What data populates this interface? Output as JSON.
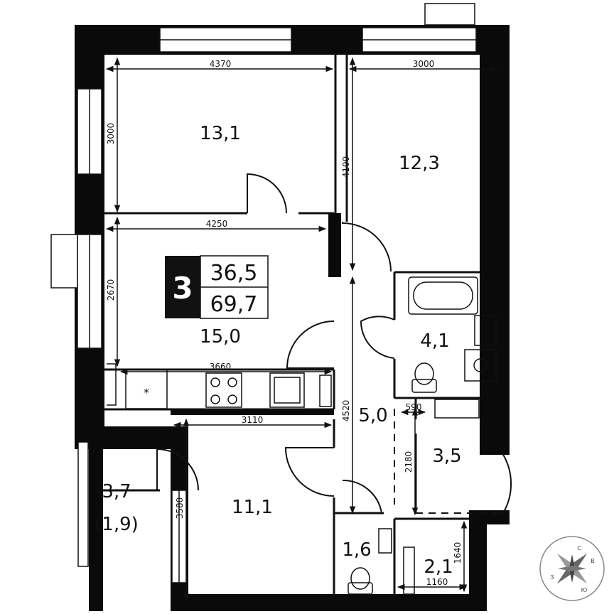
{
  "badge": {
    "rooms": "3",
    "living_area": "36,5",
    "total_area": "69,7"
  },
  "rooms": {
    "bedroom_nw": "13,1",
    "bedroom_ne": "12,3",
    "living_kitchen": "15,0",
    "bathroom": "4,1",
    "hall": "5,0",
    "entrance": "3,5",
    "balcony": "3,7",
    "balcony_reduced": "(1,9)",
    "bedroom_sw": "11,1",
    "wc": "1,6",
    "storage": "2,1"
  },
  "dimensions": {
    "d4370": "4370",
    "d3000_top": "3000",
    "d3000_side": "3000",
    "d4100": "4100",
    "d4250": "4250",
    "d2670": "2670",
    "d3660": "3660",
    "d4520": "4520",
    "d3110": "3110",
    "d3580": "3580",
    "d590": "590",
    "d2180": "2180",
    "d1640": "1640",
    "d1160": "1160"
  },
  "compass": {
    "north": "С",
    "east": "В",
    "south": "Ю",
    "west": "З"
  },
  "colors": {
    "wall": "#0a0a0a",
    "line": "#111111",
    "badge": "#111111",
    "background": "#ffffff"
  }
}
